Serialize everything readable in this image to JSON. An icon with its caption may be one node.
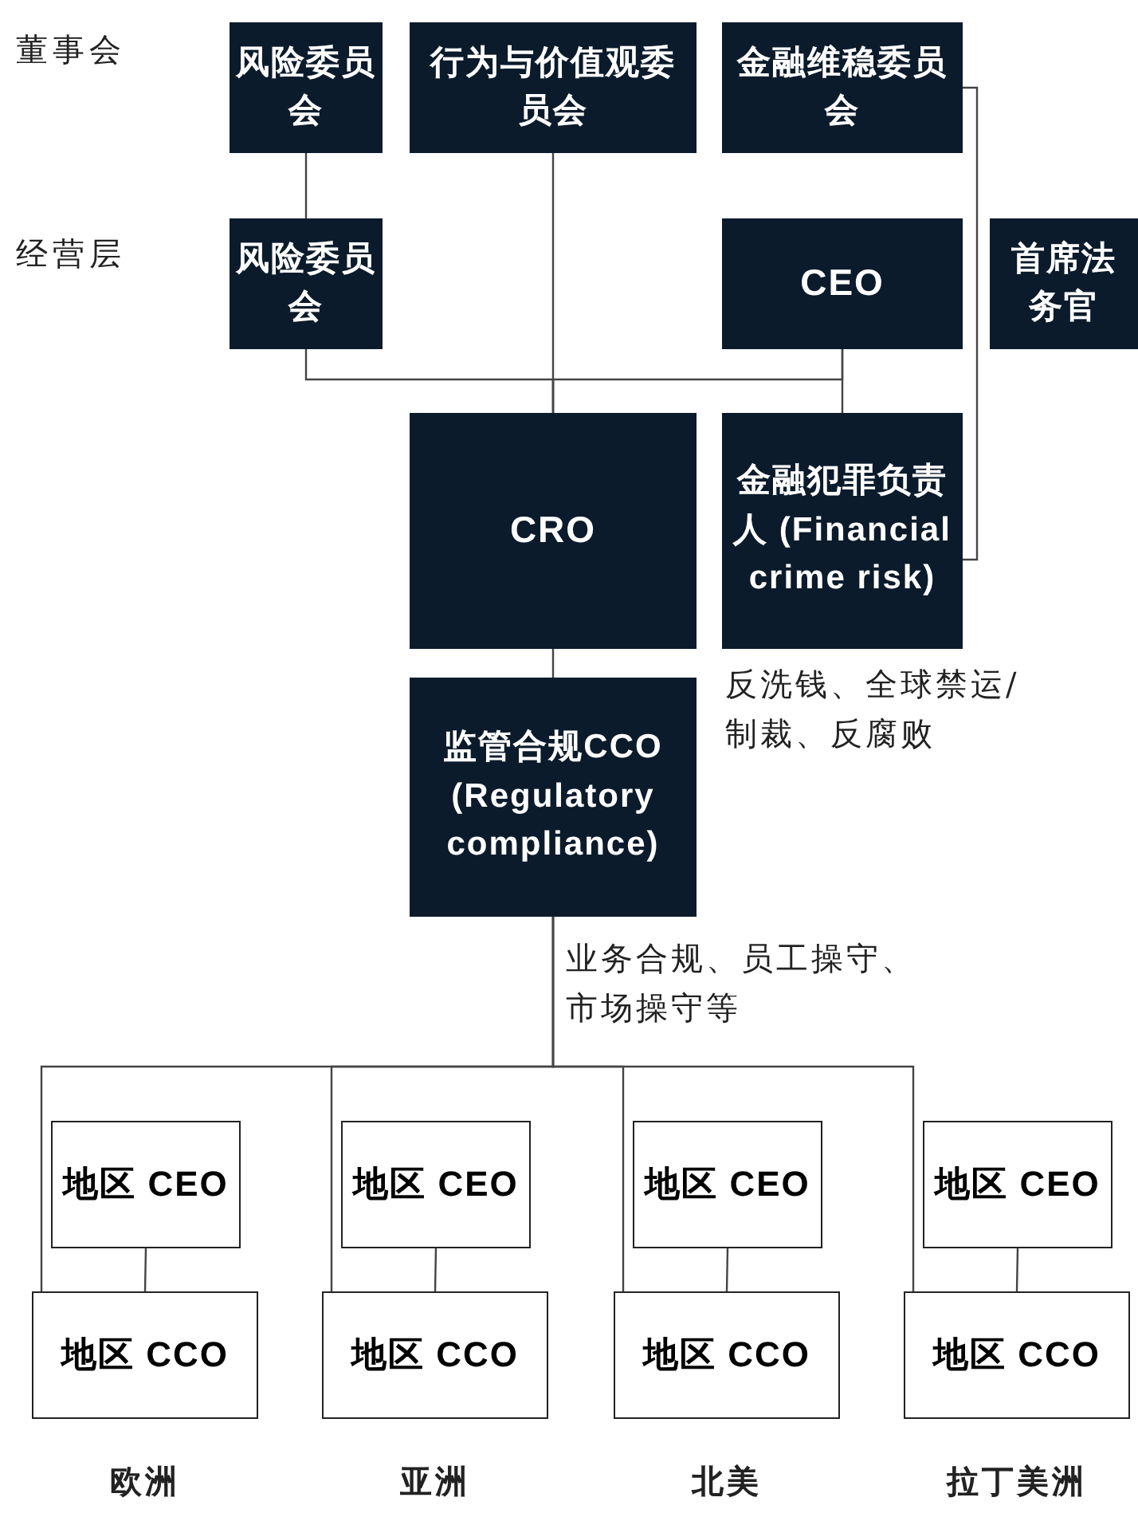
{
  "diagram": {
    "nodes": [
      {
        "text": [
          "风险委员会"
        ]
      },
      {
        "text": [
          "行为与价值观委员会"
        ]
      },
      {
        "text": [
          "金融维稳委员会"
        ]
      },
      {
        "text": [
          "风险委员会"
        ]
      },
      {
        "text": [
          "CEO"
        ]
      },
      {
        "text": [
          "首席法务官"
        ]
      },
      {
        "text": [
          "CRO"
        ]
      },
      {
        "text": [
          "金融犯罪负责人 (Financial crime risk)"
        ],
        "beside": [
          "反洗钱、全球禁运/制裁、反腐败"
        ]
      },
      {
        "text": [
          "监管合规CCO (Regulatory compliance)"
        ],
        "beside": [
          "业务合规、员工操守、市场操守等"
        ]
      },
      {
        "text": [
          "地区 CEO"
        ]
      },
      {
        "text": [
          "地区 CCO"
        ],
        "beside": [
          "欧洲"
        ]
      },
      {
        "text": [
          "地区 CEO"
        ]
      },
      {
        "text": [
          "地区 CCO"
        ],
        "beside": [
          "亚洲"
        ]
      },
      {
        "text": [
          "地区 CEO"
        ]
      },
      {
        "text": [
          "地区 CCO"
        ],
        "beside": [
          "北美"
        ]
      },
      {
        "text": [
          "地区 CEO"
        ]
      },
      {
        "text": [
          "地区 CCO"
        ],
        "beside": [
          "拉丁美洲"
        ]
      }
    ],
    "edges": [
      {
        "from": 0,
        "to": 3,
        "arrow": "none"
      },
      {
        "from": 1,
        "to": 6,
        "arrow": "none"
      },
      {
        "from": 3,
        "to": 6,
        "arrow": "none"
      },
      {
        "from": 4,
        "to": 6,
        "arrow": "none"
      },
      {
        "from": 4,
        "to": 7,
        "arrow": "none"
      },
      {
        "from": 2,
        "to": 7,
        "arrow": "none"
      },
      {
        "from": 6,
        "to": 8,
        "arrow": "none"
      },
      {
        "from": 8,
        "to": 10,
        "arrow": "none"
      },
      {
        "from": 8,
        "to": 12,
        "arrow": "none"
      },
      {
        "from": 8,
        "to": 14,
        "arrow": "none"
      },
      {
        "from": 8,
        "to": 16,
        "arrow": "none"
      },
      {
        "from": 9,
        "to": 10,
        "arrow": "none"
      },
      {
        "from": 11,
        "to": 12,
        "arrow": "none"
      },
      {
        "from": 13,
        "to": 14,
        "arrow": "none"
      },
      {
        "from": 15,
        "to": 16,
        "arrow": "none"
      }
    ],
    "labels": [
      "董事会",
      "经营层"
    ]
  }
}
